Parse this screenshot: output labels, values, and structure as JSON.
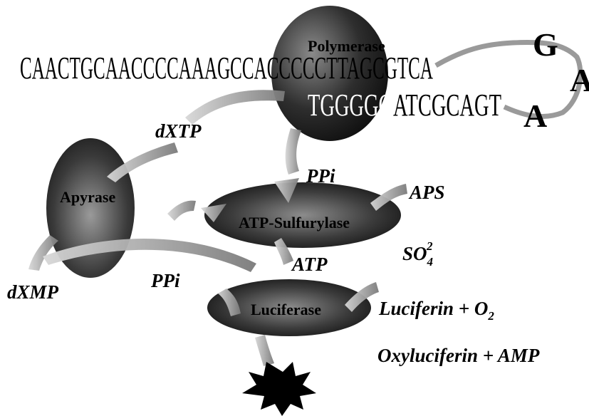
{
  "sequence": {
    "top_strand": "CAACTGCAACCCCAAAGCCACCCCCTTAGCGTCA",
    "bottom_strand_extension": "TGGGGG",
    "bottom_strand": "ATCGCAGT",
    "hairpin": [
      "G",
      "A",
      "A"
    ]
  },
  "enzymes": {
    "polymerase": "Polymerase",
    "apyrase": "Apyrase",
    "sulfurylase": "ATP-Sulfurylase",
    "luciferase": "Luciferase"
  },
  "labels": {
    "dxtp": "dXTP",
    "ppi_top": "PPi",
    "aps": "APS",
    "so4": "SO",
    "so4_sub": "4",
    "so4_sup": "2",
    "atp": "ATP",
    "ppi_left": "PPi",
    "dxmp": "dXMP",
    "luciferin": "Luciferin + O",
    "luciferin_sub": "2",
    "oxyluciferin": "Oxyluciferin + AMP"
  },
  "colors": {
    "enzyme_dark": "#1a1a1a",
    "enzyme_mid": "#6e6e6e",
    "arrow_gray": "#a8a8a8",
    "light_burst": "#000000"
  }
}
